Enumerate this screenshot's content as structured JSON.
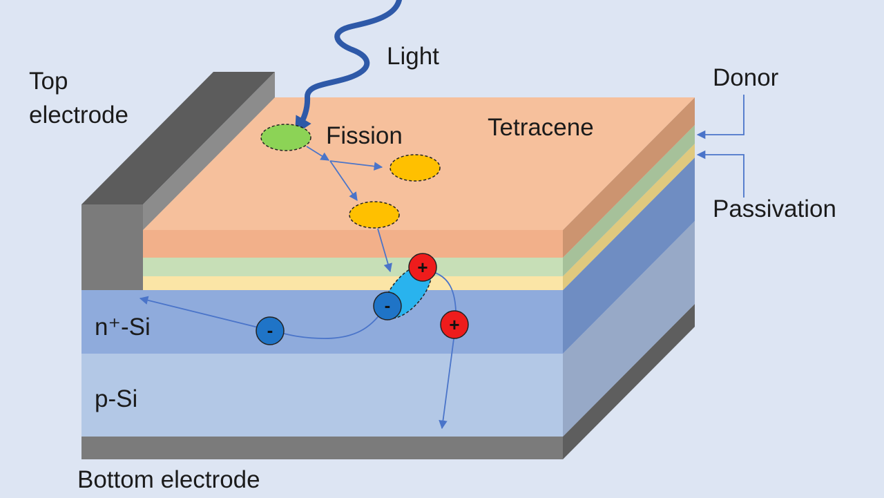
{
  "labels": {
    "light": "Light",
    "top_electrode_line1": "Top",
    "top_electrode_line2": "electrode",
    "fission": "Fission",
    "tetracene": "Tetracene",
    "donor": "Donor",
    "passivation": "Passivation",
    "n_si": "n⁺-Si",
    "p_si": "p-Si",
    "bottom_electrode": "Bottom electrode"
  },
  "charges": {
    "positive": "+",
    "negative": "-"
  },
  "colors": {
    "background": "#dde5f3",
    "tetracene": "#f6c09c",
    "donor": "#c7dfb7",
    "passivation": "#fbe5a6",
    "n_si": "#8fabdc",
    "p_si": "#b3c8e6",
    "electrode": "#7b7b7b",
    "exciton_singlet": "#8cd356",
    "exciton_triplet": "#ffc000",
    "hole": "#ee1c1c",
    "electron": "#1f74c7",
    "arrow": "#4a74c9",
    "light": "#2e59a8"
  }
}
